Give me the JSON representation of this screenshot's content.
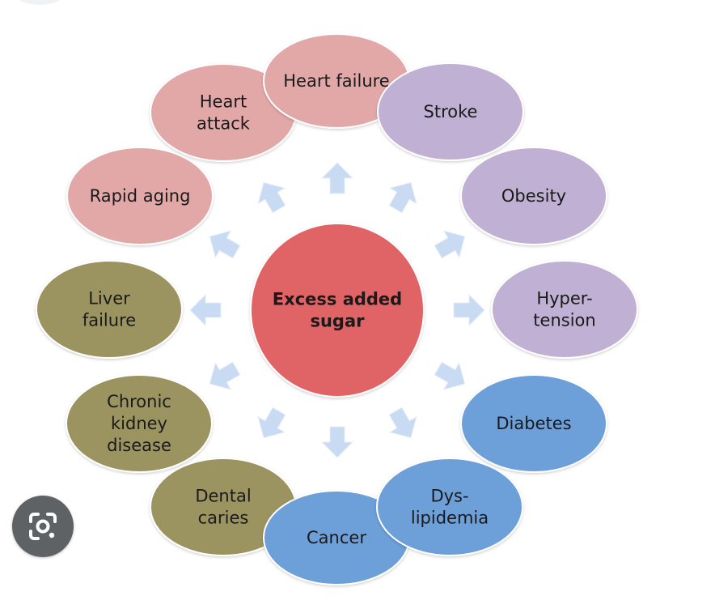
{
  "diagram": {
    "center": {
      "lines": [
        "Excess added",
        "sugar"
      ],
      "fill": "#e06465"
    },
    "arrow_color": "#c9daf3",
    "nodes": [
      {
        "id": "heart-attack",
        "lines": [
          "Heart",
          "attack"
        ],
        "fill": "#e2a8a8"
      },
      {
        "id": "heart-failure",
        "lines": [
          "Heart failure"
        ],
        "fill": "#e2a8a8"
      },
      {
        "id": "rapid-aging",
        "lines": [
          "Rapid aging"
        ],
        "fill": "#e2a8a8"
      },
      {
        "id": "stroke",
        "lines": [
          "Stroke"
        ],
        "fill": "#bfb0d4"
      },
      {
        "id": "obesity",
        "lines": [
          "Obesity"
        ],
        "fill": "#bfb0d4"
      },
      {
        "id": "hypertension",
        "lines": [
          "Hyper-",
          "tension"
        ],
        "fill": "#bfb0d4"
      },
      {
        "id": "liver-failure",
        "lines": [
          "Liver",
          "failure"
        ],
        "fill": "#9b9460"
      },
      {
        "id": "chronic-kidney",
        "lines": [
          "Chronic",
          "kidney",
          "disease"
        ],
        "fill": "#9b9460"
      },
      {
        "id": "dental-caries",
        "lines": [
          "Dental",
          "caries"
        ],
        "fill": "#9b9460"
      },
      {
        "id": "diabetes",
        "lines": [
          "Diabetes"
        ],
        "fill": "#6d9fd9"
      },
      {
        "id": "dyslipidemia",
        "lines": [
          "Dys-",
          "lipidemia"
        ],
        "fill": "#6d9fd9"
      },
      {
        "id": "cancer",
        "lines": [
          "Cancer"
        ],
        "fill": "#6d9fd9"
      }
    ]
  },
  "overlay": {
    "lens_icon": "camera-lens-icon",
    "lens_color": "#5f6265"
  }
}
